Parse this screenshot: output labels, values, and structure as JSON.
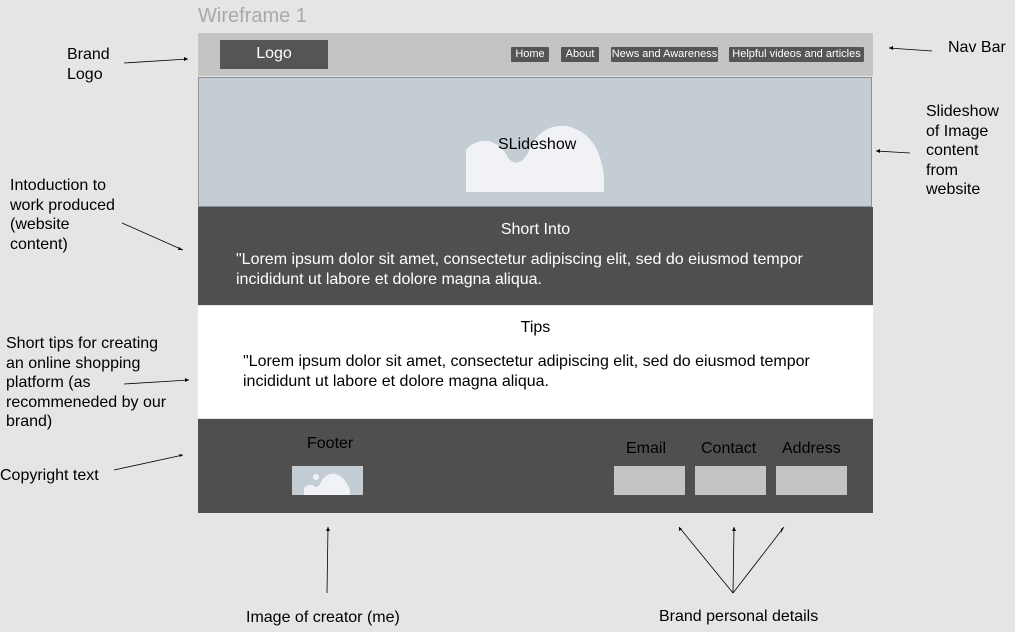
{
  "frame_title": "Wireframe 1",
  "nav": {
    "logo": "Logo",
    "items": [
      "Home",
      "About",
      "News and Awareness",
      "Helpful videos and articles"
    ]
  },
  "slideshow": {
    "label": "SLideshow"
  },
  "intro": {
    "title": "Short Into",
    "text_line1": "\"Lorem ipsum dolor sit amet, consectetur adipiscing elit, sed do eiusmod tempor",
    "text_line2": "incididunt ut labore et dolore magna aliqua."
  },
  "tips": {
    "title": "Tips",
    "text_line1": "\"Lorem ipsum dolor sit amet, consectetur adipiscing elit, sed do eiusmod tempor",
    "text_line2": "incididunt ut labore et dolore magna aliqua."
  },
  "footer": {
    "title": "Footer",
    "email": "Email",
    "contact": "Contact",
    "address": "Address"
  },
  "annotations": {
    "brand_logo": [
      "Brand",
      "Logo"
    ],
    "nav_bar": "Nav Bar",
    "slideshow_note": [
      "Slideshow",
      "of Image",
      "content",
      "from",
      "website"
    ],
    "intro_note": [
      "Intoduction to",
      "work produced",
      "(website",
      "content)"
    ],
    "tips_note": [
      "Short tips for creating",
      "an online shopping",
      "platform (as",
      "recommeneded by our",
      "brand)"
    ],
    "copyright": "Copyright text",
    "creator_image": "Image of creator (me)",
    "brand_details": "Brand personal details"
  },
  "colors": {
    "background": "#e5e5e5",
    "nav": "#c4c4c4",
    "button": "#555555",
    "slideshow": "#c4ccd4",
    "dark_section": "#4f4f4f"
  }
}
